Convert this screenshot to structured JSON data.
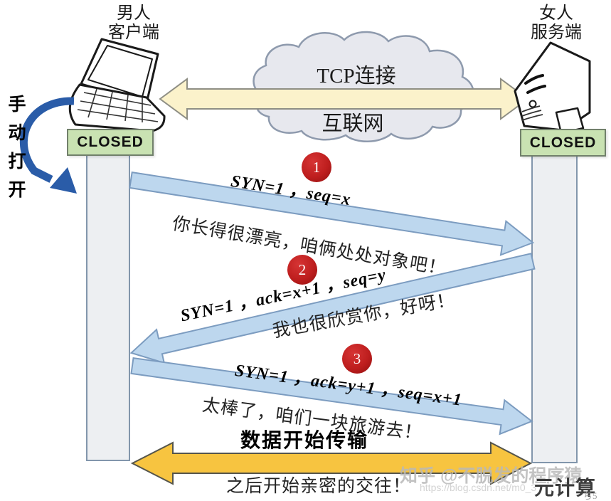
{
  "client": {
    "role": "男人",
    "label": "客户端",
    "state": "CLOSED"
  },
  "server": {
    "role": "女人",
    "label": "服务端",
    "state": "CLOSED"
  },
  "network": {
    "top_label": "TCP连接",
    "bottom_label": "互联网"
  },
  "manual_open_note": "手动打开",
  "handshake": [
    {
      "step": "1",
      "packet": "SYN=1 ，seq=x",
      "message": "你长得很漂亮，咱俩处处对象吧！"
    },
    {
      "step": "2",
      "packet": "SYN=1 ，ack=x+1 ，seq=y",
      "message": "我也很欣赏你，好呀！"
    },
    {
      "step": "3",
      "packet": "SYN=1 ，ack=y+1 ，seq=x+1",
      "message": "太棒了，咱们一块旅游去！"
    }
  ],
  "footer": {
    "data_transfer": "数据开始传输",
    "conclusion": "之后开始亲密的交往！"
  },
  "watermarks": {
    "zhihu": "知乎 @不脱发的程序猿",
    "url": "https://blog.csdn.net/m0_3",
    "logo": "元计算",
    "logo_sub": "ぢ5"
  },
  "colors": {
    "message_arrow_fill": "#BDD7EE",
    "message_arrow_border": "#7C9CC0",
    "network_arrow_fill": "#FBF2CB",
    "data_arrow_fill": "#F7C440",
    "state_box_fill": "#C9E2B2",
    "step_circle": "#BE1E1E",
    "manual_arrow": "#2A5CA8",
    "lifeline_fill": "#EDEFF2",
    "cloud_fill": "#E7E8EE"
  }
}
